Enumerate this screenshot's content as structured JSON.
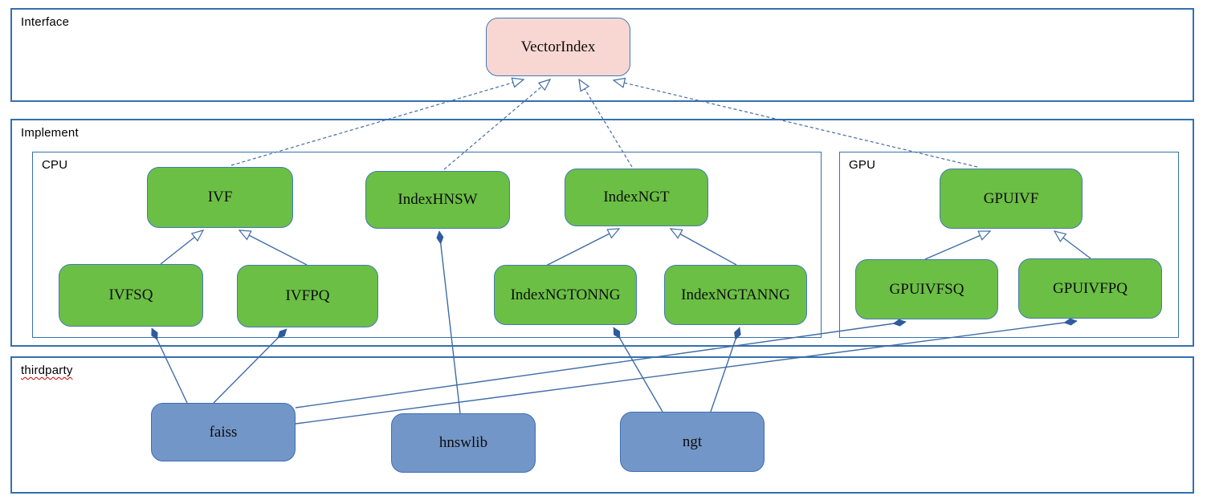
{
  "sections": {
    "interface": {
      "label": "Interface"
    },
    "implement": {
      "label": "Implement"
    },
    "cpu": {
      "label": "CPU"
    },
    "gpu": {
      "label": "GPU"
    },
    "thirdparty": {
      "label": "thirdparty"
    }
  },
  "nodes": {
    "vectorindex": {
      "label": "VectorIndex"
    },
    "ivf": {
      "label": "IVF"
    },
    "indexhnsw": {
      "label": "IndexHNSW"
    },
    "indexngt": {
      "label": "IndexNGT"
    },
    "ivfsq": {
      "label": "IVFSQ"
    },
    "ivfpq": {
      "label": "IVFPQ"
    },
    "indexngtonng": {
      "label": "IndexNGTONNG"
    },
    "indexngtanng": {
      "label": "IndexNGTANNG"
    },
    "gpuivf": {
      "label": "GPUIVF"
    },
    "gpuivfsq": {
      "label": "GPUIVFSQ"
    },
    "gpuivfpq": {
      "label": "GPUIVFPQ"
    },
    "faiss": {
      "label": "faiss"
    },
    "hnswlib": {
      "label": "hnswlib"
    },
    "ngt": {
      "label": "ngt"
    }
  },
  "relationships": [
    {
      "from": "IVF",
      "to": "VectorIndex",
      "type": "realization-dashed-open-arrow"
    },
    {
      "from": "IndexHNSW",
      "to": "VectorIndex",
      "type": "realization-dashed-open-arrow"
    },
    {
      "from": "IndexNGT",
      "to": "VectorIndex",
      "type": "realization-dashed-open-arrow"
    },
    {
      "from": "GPUIVF",
      "to": "VectorIndex",
      "type": "realization-dashed-open-arrow"
    },
    {
      "from": "IVFSQ",
      "to": "IVF",
      "type": "inheritance-open-arrow"
    },
    {
      "from": "IVFPQ",
      "to": "IVF",
      "type": "inheritance-open-arrow"
    },
    {
      "from": "IndexNGTONNG",
      "to": "IndexNGT",
      "type": "inheritance-open-arrow"
    },
    {
      "from": "IndexNGTANNG",
      "to": "IndexNGT",
      "type": "inheritance-open-arrow"
    },
    {
      "from": "GPUIVFSQ",
      "to": "GPUIVF",
      "type": "inheritance-open-arrow"
    },
    {
      "from": "GPUIVFPQ",
      "to": "GPUIVF",
      "type": "inheritance-open-arrow"
    },
    {
      "from": "faiss",
      "to": "IVFSQ",
      "type": "composition-filled-diamond"
    },
    {
      "from": "faiss",
      "to": "IVFPQ",
      "type": "composition-filled-diamond"
    },
    {
      "from": "faiss",
      "to": "GPUIVFSQ",
      "type": "composition-filled-diamond"
    },
    {
      "from": "faiss",
      "to": "GPUIVFPQ",
      "type": "composition-filled-diamond"
    },
    {
      "from": "hnswlib",
      "to": "IndexHNSW",
      "type": "composition-filled-diamond"
    },
    {
      "from": "ngt",
      "to": "IndexNGTONNG",
      "type": "composition-filled-diamond"
    },
    {
      "from": "ngt",
      "to": "IndexNGTANNG",
      "type": "composition-filled-diamond"
    }
  ],
  "colors": {
    "node_green": "#6bbf45",
    "node_pink": "#f8d7d2",
    "node_blue": "#7396c8",
    "section_border": "#3470ae",
    "connector_line": "#3f6ca6",
    "diamond_fill": "#2e5b9e",
    "spellcheck_underline": "#cc0000"
  }
}
